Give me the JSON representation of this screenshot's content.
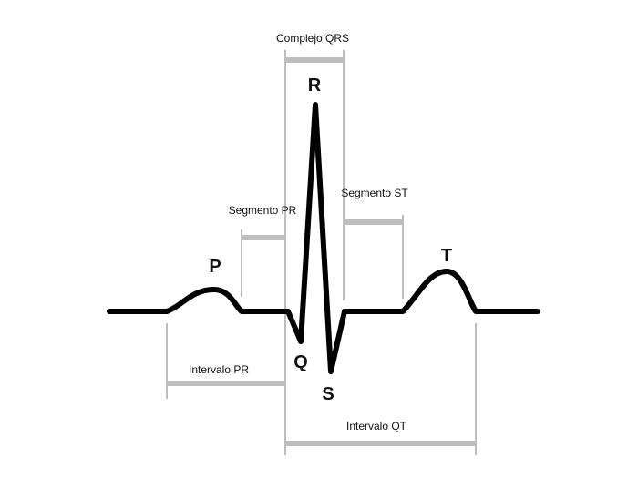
{
  "diagram": {
    "labels": {
      "qrs_complex": "Complejo QRS",
      "pr_segment": "Segmento PR",
      "st_segment": "Segmento ST",
      "pr_interval": "Intervalo PR",
      "qt_interval": "Intervalo QT"
    },
    "waves": {
      "p": "P",
      "q": "Q",
      "r": "R",
      "s": "S",
      "t": "T"
    },
    "colors": {
      "trace": "#000000",
      "brackets": "#bdbdbd"
    }
  }
}
